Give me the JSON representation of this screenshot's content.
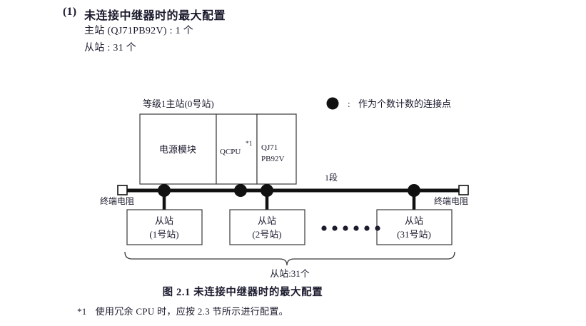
{
  "heading": {
    "number": "(1)",
    "title": "未连接中继器时的最大配置",
    "spec_master": "主站 (QJ71PB92V) : 1 个",
    "spec_slave": "从站 : 31 个"
  },
  "legend": {
    "symbol": "●",
    "separator": ":",
    "text": "作为个数计数的连接点"
  },
  "diagram": {
    "master_label": "等级1主站(0号站)",
    "segment_label": "1段",
    "terminator_left": "终端电阻",
    "terminator_right": "终端电阻",
    "modules": [
      {
        "name": "power-module",
        "line1": "电源模块",
        "line2": "",
        "footnote_mark": ""
      },
      {
        "name": "qcpu-module",
        "line1": "QCPU",
        "line2": "",
        "footnote_mark": "*1"
      },
      {
        "name": "master-module",
        "line1": "QJ71",
        "line2": "PB92V",
        "footnote_mark": ""
      }
    ],
    "slaves": [
      {
        "line1": "从站",
        "line2": "(1号站)"
      },
      {
        "line1": "从站",
        "line2": "(2号站)"
      },
      {
        "line1": "从站",
        "line2": "(31号站)"
      }
    ],
    "ellipsis_dots": 6,
    "brace_label": "从站:31个"
  },
  "caption": {
    "figure_number": "图 2.1",
    "figure_title": "未连接中继器时的最大配置",
    "full": "图 2.1  未连接中继器时的最大配置"
  },
  "footnote": {
    "mark": "*1",
    "text": "使用冗余 CPU 时，应按 2.3 节所示进行配置。"
  }
}
